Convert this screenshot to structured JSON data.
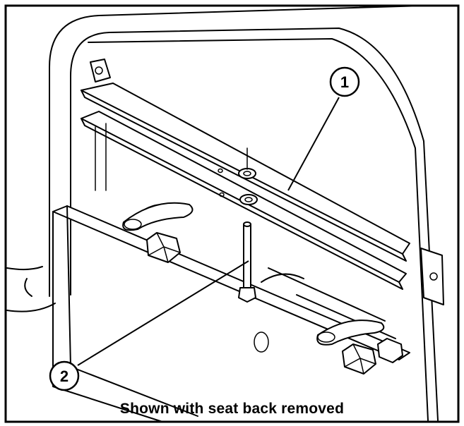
{
  "callouts": [
    {
      "label": "1"
    },
    {
      "label": "2"
    }
  ],
  "caption": "Shown with seat back removed"
}
